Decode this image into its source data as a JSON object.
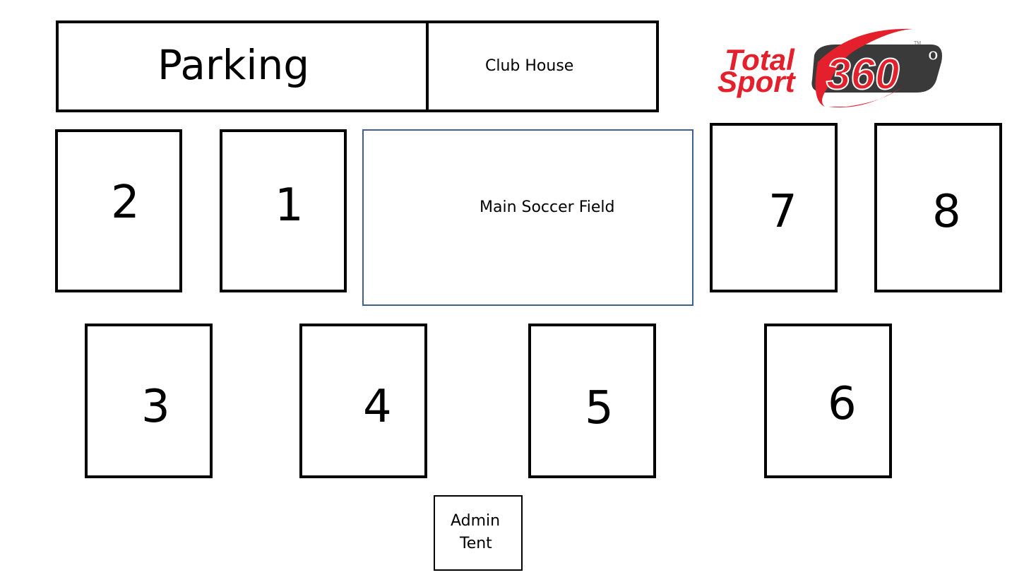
{
  "areas": {
    "parking": "Parking",
    "club_house": "Club House",
    "main_field": "Main Soccer Field",
    "admin_tent_line1": "Admin",
    "admin_tent_line2": "Tent"
  },
  "fields": {
    "f1": "1",
    "f2": "2",
    "f3": "3",
    "f4": "4",
    "f5": "5",
    "f6": "6",
    "f7": "7",
    "f8": "8"
  },
  "logo": {
    "line1": "Total",
    "line2": "Sport",
    "number": "360",
    "degree": "o",
    "tm": "TM",
    "brand_red": "#e3202b",
    "brand_dark": "#3a3a3a"
  }
}
